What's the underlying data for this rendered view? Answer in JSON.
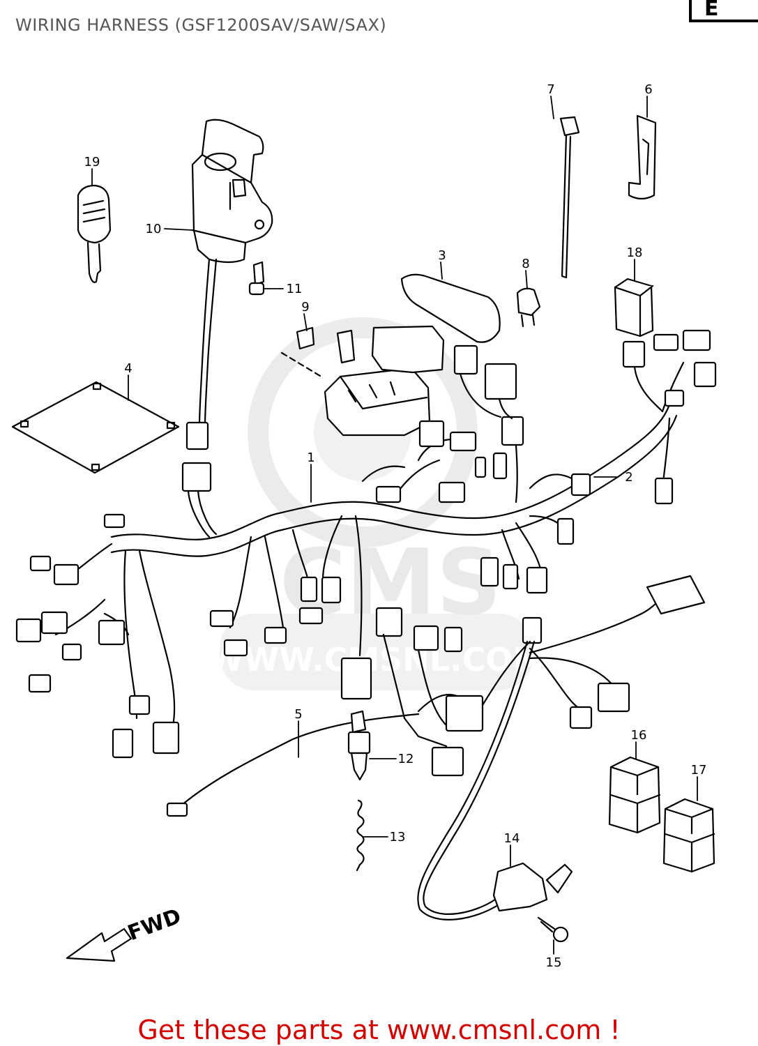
{
  "page": {
    "title": "WIRING HARNESS (GSF1200SAV/SAW/SAX)",
    "corner_label": "E",
    "footer": "Get these parts at www.cmsnl.com !"
  },
  "diagram": {
    "direction_label": "FWD",
    "callouts": [
      "1",
      "2",
      "3",
      "4",
      "5",
      "6",
      "7",
      "8",
      "9",
      "10",
      "11",
      "12",
      "13",
      "14",
      "15",
      "16",
      "17",
      "18",
      "19"
    ],
    "watermark": {
      "brand": "CMS",
      "url": "WWW.CMSNL.COM",
      "color": "#dcdcdc"
    }
  }
}
